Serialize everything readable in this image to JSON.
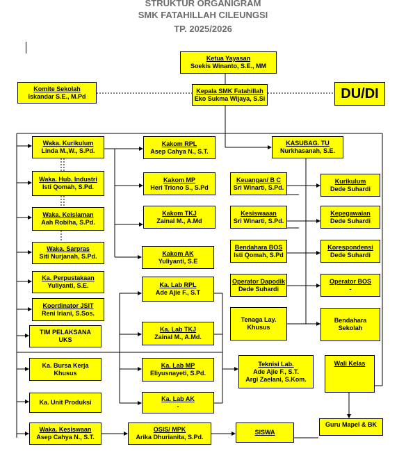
{
  "header": {
    "line1": "STRUKTUR ORGANIGRAM",
    "line2": "SMK FATAHILLAH CILEUNGSI",
    "line3": "TP. 2025/2026"
  },
  "nodes": {
    "ketua": {
      "title": "Ketua Yayasan",
      "name": "Soekis Winanto, S.E., MM"
    },
    "komite": {
      "title": "Komite Sekolah",
      "name": "Iskandar S.E., M.Pd"
    },
    "kepsek": {
      "title": "Kepala SMK Fatahillah",
      "name": "Eko Sukma Wijaya, S.Si"
    },
    "dudi": {
      "title": "DU/DI"
    },
    "kurikulum": {
      "title": "Waka. Kurikulum",
      "name": "Linda M.,W., S.Pd."
    },
    "hubin": {
      "title": "Waka. Hub. Industri",
      "name": "Isti Qomah, S.Pd."
    },
    "keislaman": {
      "title": "Waka. Keislaman",
      "name": "Aah Robiha, S.Pd."
    },
    "sarpras": {
      "title": "Waka. Sarpras",
      "name": "Siti Nurjanah, S.Pd."
    },
    "perpus": {
      "title": "Ka. Perpustakaan",
      "name": "Yuliyanti, S.E."
    },
    "jsit": {
      "title": "Koordinator JSIT",
      "name": "Reni Iriani, S.Sos."
    },
    "uks": {
      "title": "TIM PELAKSANA",
      "name": "UKS"
    },
    "bkk": {
      "title": "Ka. Bursa Kerja",
      "name": "Khusus"
    },
    "produksi": {
      "title": "Ka. Unit Produksi"
    },
    "kesiswaan": {
      "title": "Waka. Kesiswaan",
      "name": "Asep Cahya N., S.T."
    },
    "rpl": {
      "title": "Kakom RPL",
      "name": "Asep Cahya N., S.T."
    },
    "mp": {
      "title": "Kakom MP",
      "name": "Heri Triono S., S.Pd"
    },
    "tkj": {
      "title": "Kakom TKJ",
      "name": "Zainal M., A.Md"
    },
    "ak": {
      "title": "Kakom AK",
      "name": "Yuliyanti, S.E"
    },
    "labrpl": {
      "title": "Ka. Lab RPL",
      "name": "Ade Ajie F., S.T"
    },
    "labtkj": {
      "title": "Ka. Lab TKJ",
      "name": "Zainal M., A.Md."
    },
    "labmp": {
      "title": "Ka. Lab MP",
      "name": "Eliyusnayeti, S.Pd."
    },
    "labak": {
      "title": "Ka. Lab AK",
      "name": "-"
    },
    "osis": {
      "title": "OSIS/ MPK",
      "name": "Arika Dhurianita, S.Pd."
    },
    "siswa": {
      "title": "SISWA"
    },
    "kasubag": {
      "title": "KASUBAG. TU",
      "name": "Nurkhasanah, S.E."
    },
    "keuangan": {
      "title": "Keuangan/ B C",
      "name": "Sri Winarti, S.Pd."
    },
    "kesiswaan_tu": {
      "title": "Kesiswaaan",
      "name": "Sri Winarti, S.Pd."
    },
    "bos": {
      "title": "Bendahara BOS",
      "name": "Isti Qomah, S.Pd"
    },
    "dapodik": {
      "title": "Operator Dapodik",
      "name": "Dede Suhardi"
    },
    "laykhusus": {
      "title": "Tenaga Lay.",
      "name": "Khusus"
    },
    "kur_tu": {
      "title": "Kurikulum",
      "name": "Dede Suhardi"
    },
    "pegawai": {
      "title": "Kepegawaian",
      "name": "Dede Suhardi"
    },
    "korespondensi": {
      "title": "Korespondensi",
      "name": "Dede Suhardi"
    },
    "opbos": {
      "title": "Operator BOS",
      "name": "-"
    },
    "bendsek": {
      "title": "Bendahara",
      "name": "Sekolah"
    },
    "teknisi": {
      "title": "Teknisi Lab.",
      "name": "Ade Ajie F., S.T.",
      "name2": "Argi Zaelani, S.Kom."
    },
    "walikelas": {
      "title": "Wali Kelas"
    },
    "gurumapel": {
      "title": "Guru Mapel & BK"
    }
  }
}
